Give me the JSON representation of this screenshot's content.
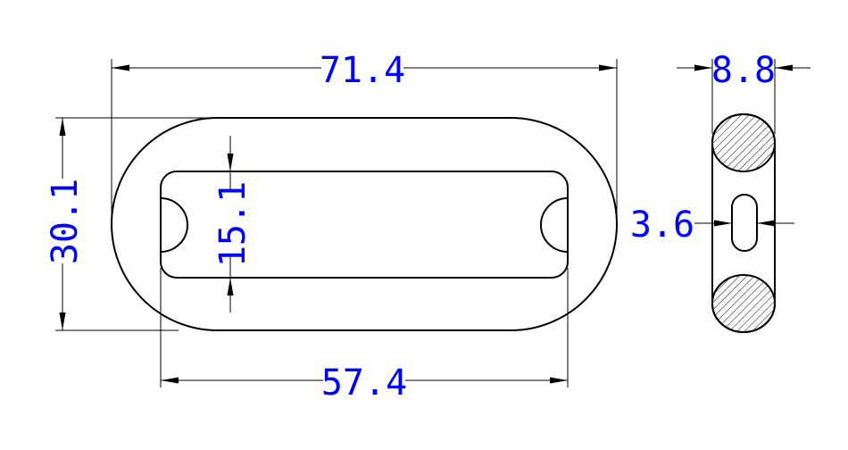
{
  "dimensions": {
    "overall_length": "71.4",
    "overall_height": "30.1",
    "inner_length": "57.4",
    "inner_height": "15.1",
    "thickness": "8.8",
    "slot_width": "3.6"
  },
  "colors": {
    "dimension_text": "#0000ff",
    "lines": "#000000",
    "background": "#ffffff"
  }
}
